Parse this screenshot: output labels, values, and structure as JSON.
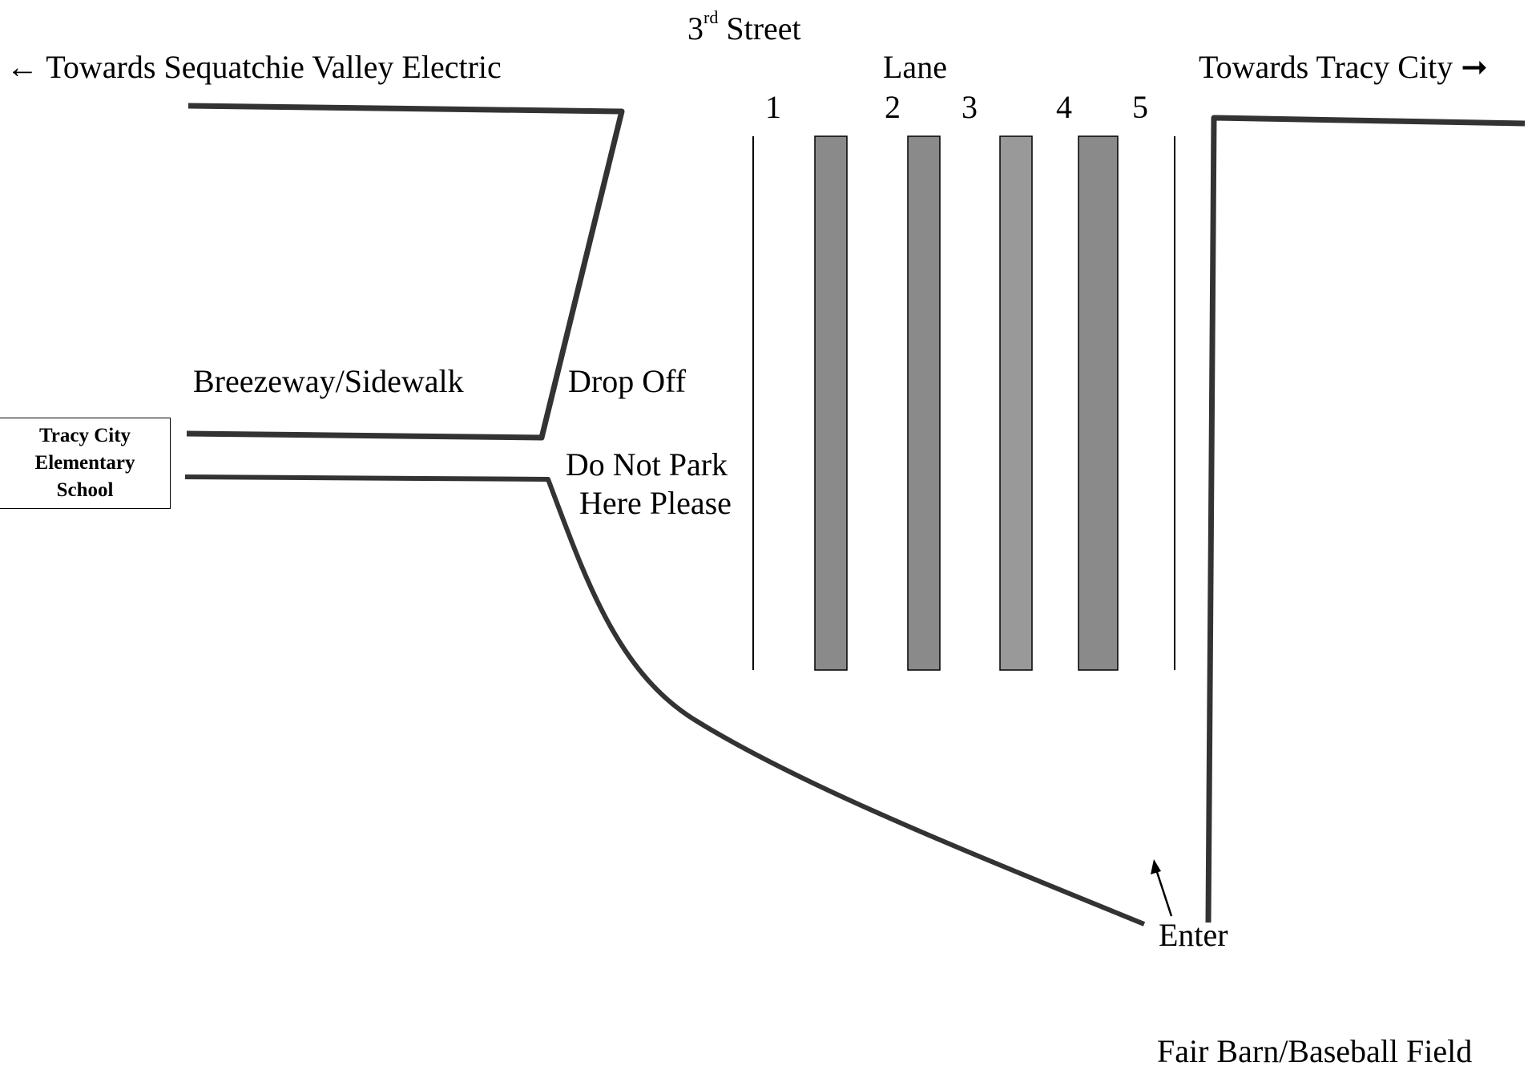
{
  "street": {
    "label": "Street",
    "number": "3",
    "suffix": "rd"
  },
  "directions": {
    "left": "← Towards Sequatchie Valley Electric",
    "right": "Towards Tracy City ➞"
  },
  "lanes": {
    "title": "Lane",
    "numbers": [
      "1",
      "2",
      "3",
      "4",
      "5"
    ]
  },
  "labels": {
    "breezeway": "Breezeway/Sidewalk",
    "drop_off": "Drop Off",
    "do_not_park": [
      "Do Not Park",
      "Here Please"
    ],
    "enter": "Enter",
    "fair_barn": "Fair Barn/Baseball Field"
  },
  "school": {
    "lines": [
      "Tracy City",
      "Elementary",
      "School"
    ]
  },
  "colors": {
    "lane_stripe": "#8a8a8a",
    "line": "#333333",
    "background": "#ffffff"
  }
}
